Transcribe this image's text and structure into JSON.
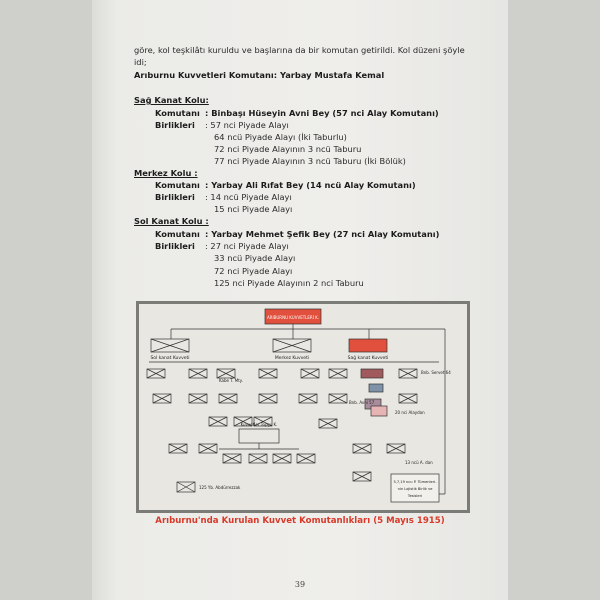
{
  "intro_line1": "göre, kol teşkilâtı kuruldu ve başlarına da bir komutan getirildi. Kol düzeni şöyle",
  "intro_line2": "idi;",
  "overall_commander": "Arıburnu Kuvvetleri Komutanı: Yarbay Mustafa Kemal",
  "columns": [
    {
      "title": "Sağ Kanat Kolu:",
      "commander_label": "Komutanı",
      "commander": ": Binbaşı Hüseyin Avni Bey (57 nci Alay Komutanı)",
      "units_label": "Birlikleri",
      "units": [
        ": 57 nci Piyade Alayı",
        "64 ncü Piyade Alayı (İki Taburlu)",
        "72 nci Piyade Alayının 3 ncü Taburu",
        "77 nci Piyade Alayının 3 ncü Taburu (İki Bölük)"
      ]
    },
    {
      "title": "Merkez Kolu :",
      "commander_label": "Komutanı",
      "commander": ": Yarbay Ali Rıfat Bey (14 ncü Alay Komutanı)",
      "units_label": "Birlikleri",
      "units": [
        ": 14 ncü Piyade Alayı",
        "15 nci Piyade Alayı"
      ]
    },
    {
      "title": "Sol Kanat Kolu :",
      "commander_label": "Komutanı",
      "commander": ": Yarbay Mehmet Şefik Bey (27 nci Alay Komutanı)",
      "units_label": "Birlikleri",
      "units": [
        ": 27 nci Piyade Alayı",
        "33 ncü Piyade Alayı",
        "72 nci Piyade Alayı",
        "125 nci Piyade Alayının 2 nci Taburu"
      ]
    }
  ],
  "diagram": {
    "top": "ARIBURNU KUVVETLERİ K.",
    "left": "Sol kanat Kuvveti",
    "center": "Merkez Kuvveti",
    "right": "Sağ kanat Kuvveti",
    "artillery": "Kuvvetler Topçu K.",
    "abdurrezzak": "125 Yb. Abdürrezzak",
    "kabe": "Kabe T. Mty.",
    "servet": "Bnb. Servet 64",
    "avni": "Bnb. Avni 57",
    "alaydan": "20 nci Alaydan",
    "from13": "13 ncü A. dan",
    "logistics": [
      "5,7,19 ncu P. Tümenleri-",
      "nin Lojistik Birlik ve",
      "Tesisleri"
    ],
    "colors": {
      "highlight": "#e0503c",
      "avni": "#a05a5e",
      "blue": "#7f93a8"
    }
  },
  "caption": "Arıburnu'nda Kurulan Kuvvet Komutanlıkları (5 Mayıs 1915)",
  "page_number": "39"
}
